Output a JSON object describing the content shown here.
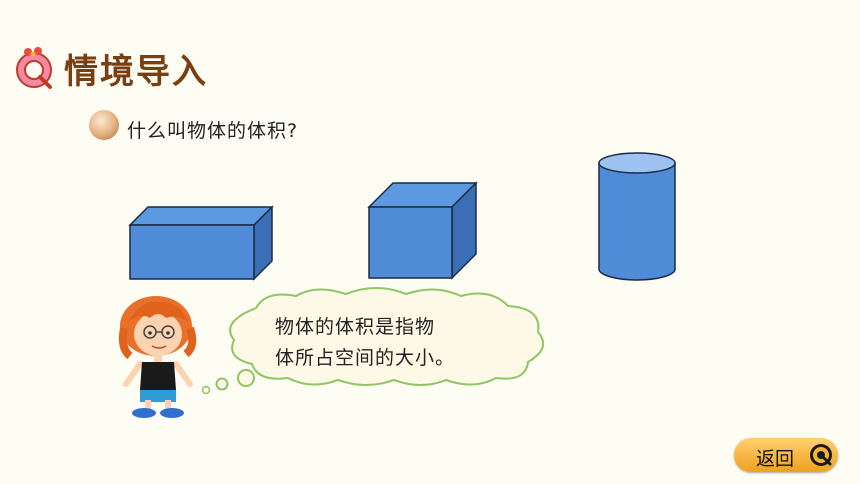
{
  "header": {
    "title": "情境导入"
  },
  "question": {
    "text": "什么叫物体的体积?"
  },
  "speech_bubble": {
    "line1": "物体的体积是指物",
    "line2": "体所占空间的大小。"
  },
  "nav": {
    "back_label": "返回"
  },
  "colors": {
    "shape_fill": "#4f8bd6",
    "shape_top": "#5d99e0",
    "shape_side": "#3a6fb5",
    "title_color": "#7a3e12",
    "button_orange": "#f5b33c",
    "bubble_fill": "#fdf9e6",
    "bubble_stroke": "#8ec663"
  },
  "icons": [
    "q-logo-icon",
    "bullet-ball-icon",
    "girl-cartoon-icon",
    "q-circle-icon"
  ]
}
